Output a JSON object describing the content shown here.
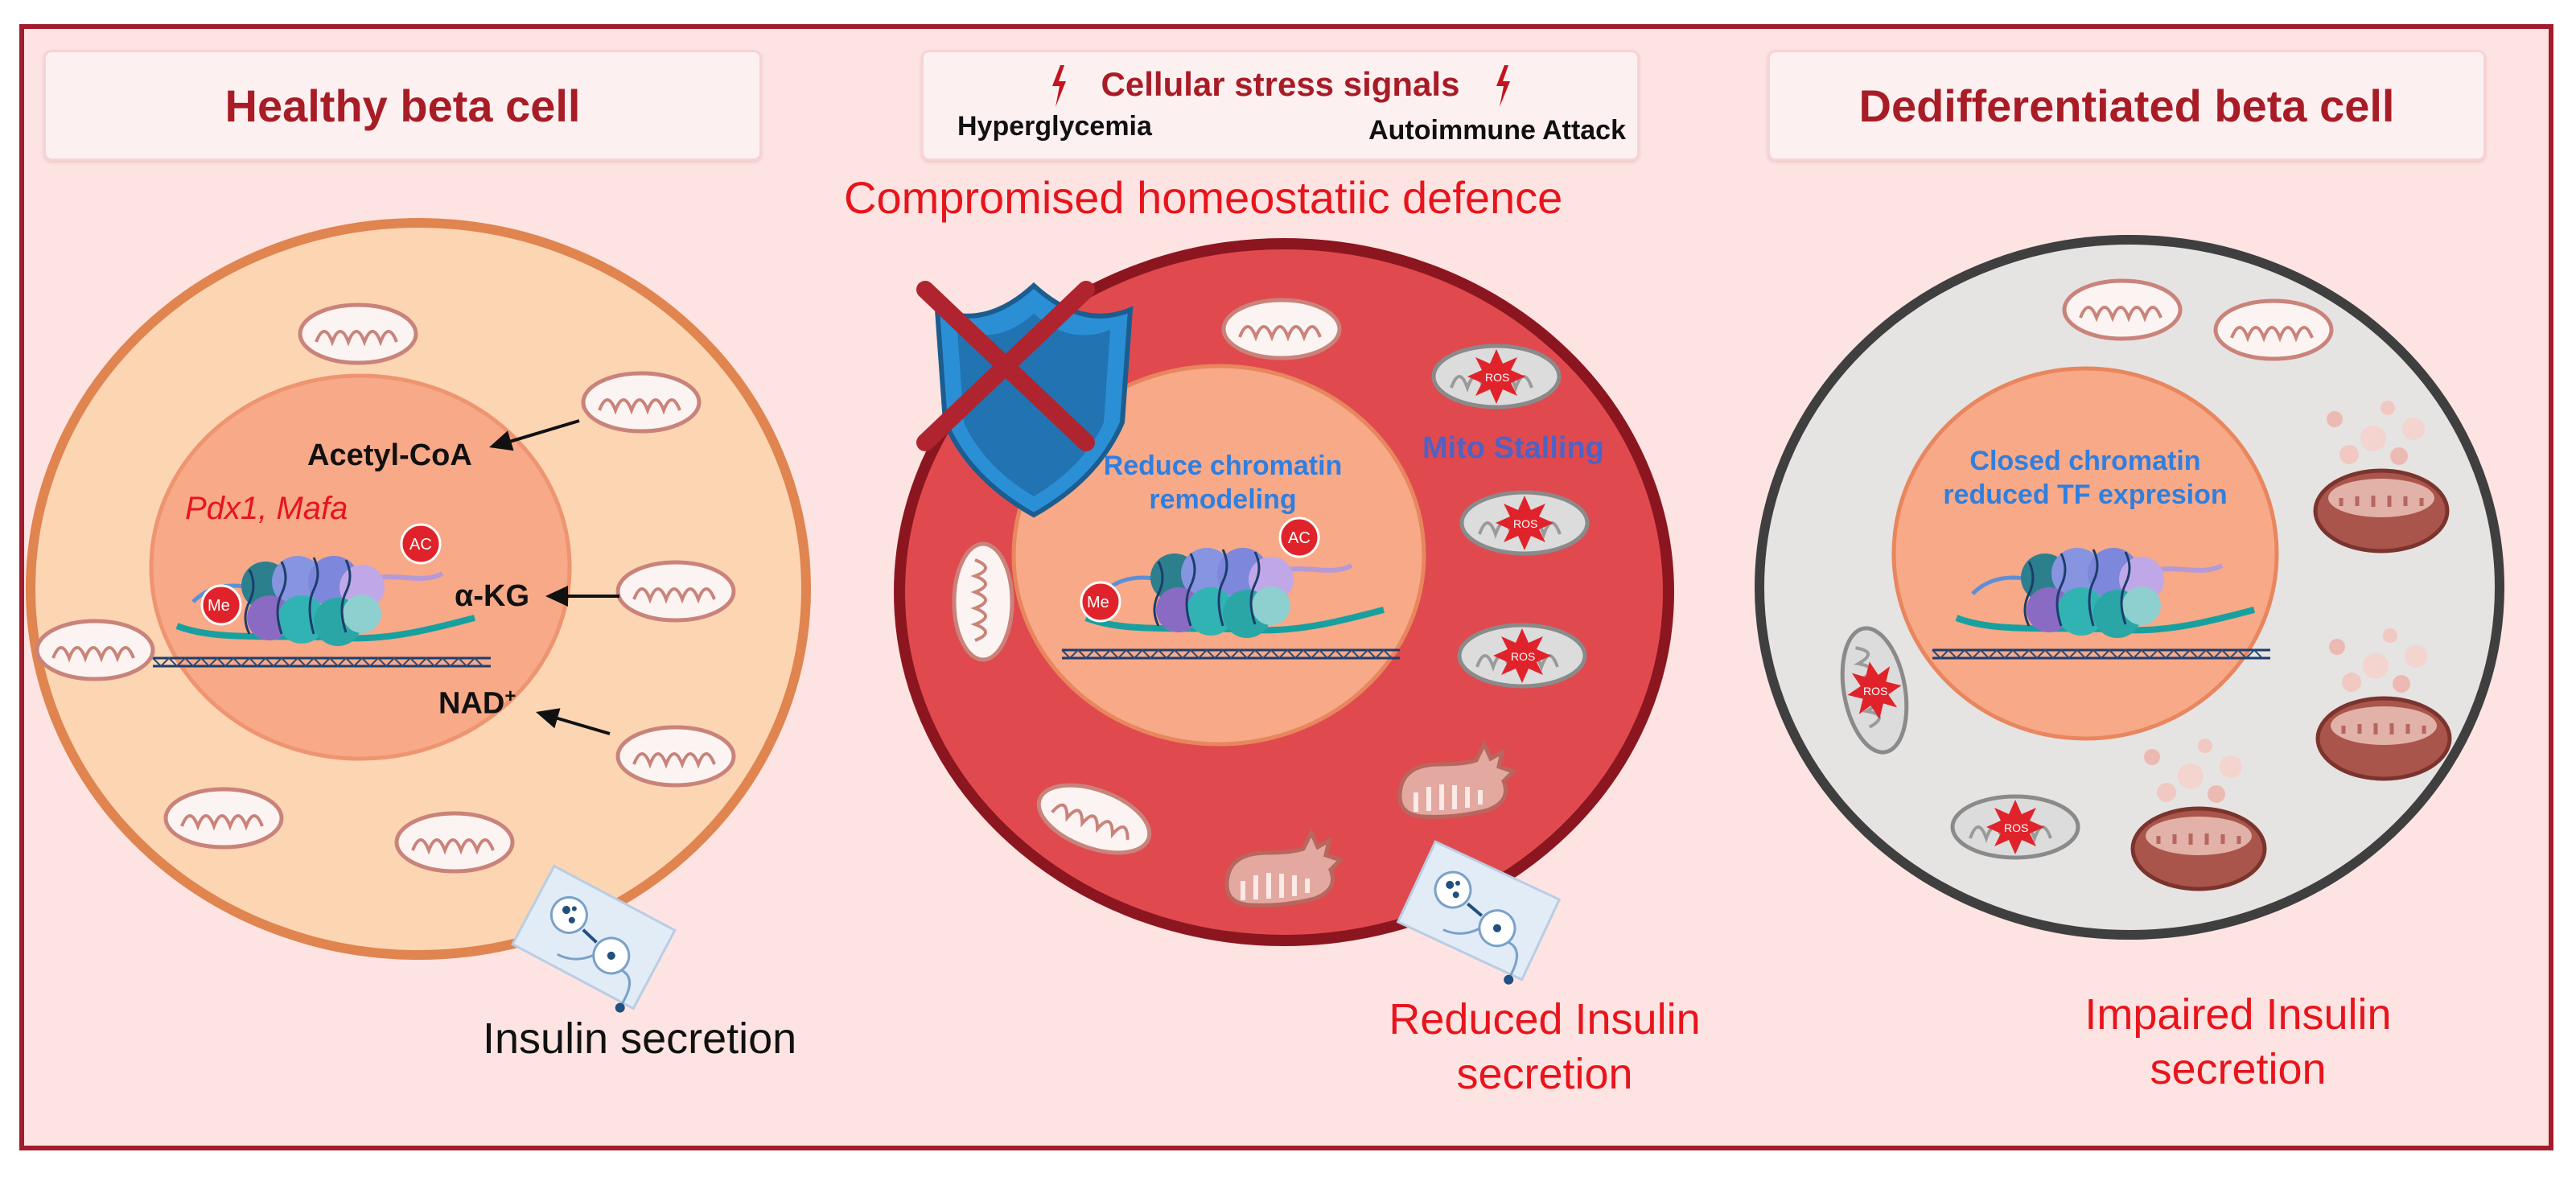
{
  "panels": {
    "healthy": {
      "title": "Healthy beta cell",
      "metabolites": [
        "Acetyl-CoA",
        "α-KG",
        "NAD"
      ],
      "nad_superscript": "+",
      "genes": "Pdx1, Mafa",
      "marks": {
        "methyl": "Me",
        "acetyl": "AC"
      },
      "outcome": "Insulin secretion"
    },
    "stress": {
      "title": "Cellular stress signals",
      "left_signal": "Hyperglycemia",
      "right_signal": "Autoimmune Attack",
      "subtitle": "Compromised homeostatiic defence",
      "nucleus_text_line1": "Reduce chromatin",
      "nucleus_text_line2": "remodeling",
      "mito_label": "Mito Stalling",
      "ros_label": "ROS",
      "marks": {
        "methyl": "Me",
        "acetyl": "AC"
      },
      "outcome_line1": "Reduced Insulin",
      "outcome_line2": "secretion"
    },
    "dediff": {
      "title": "Dedifferentiated beta cell",
      "nucleus_text_line1": "Closed chromatin",
      "nucleus_text_line2": "reduced TF expresion",
      "ros_label": "ROS",
      "outcome_line1": "Impaired Insulin",
      "outcome_line2": "secretion"
    }
  },
  "colors": {
    "frame_border": "#a11d2e",
    "background": "#fde4e2",
    "title_red": "#a81c26",
    "accent_red": "#e8141c",
    "blue_text": "#2f7fe0",
    "healthy_cell": "#fcd5b3",
    "stressed_cell": "#e04a4e",
    "dediff_cell": "#e6e3e3"
  }
}
